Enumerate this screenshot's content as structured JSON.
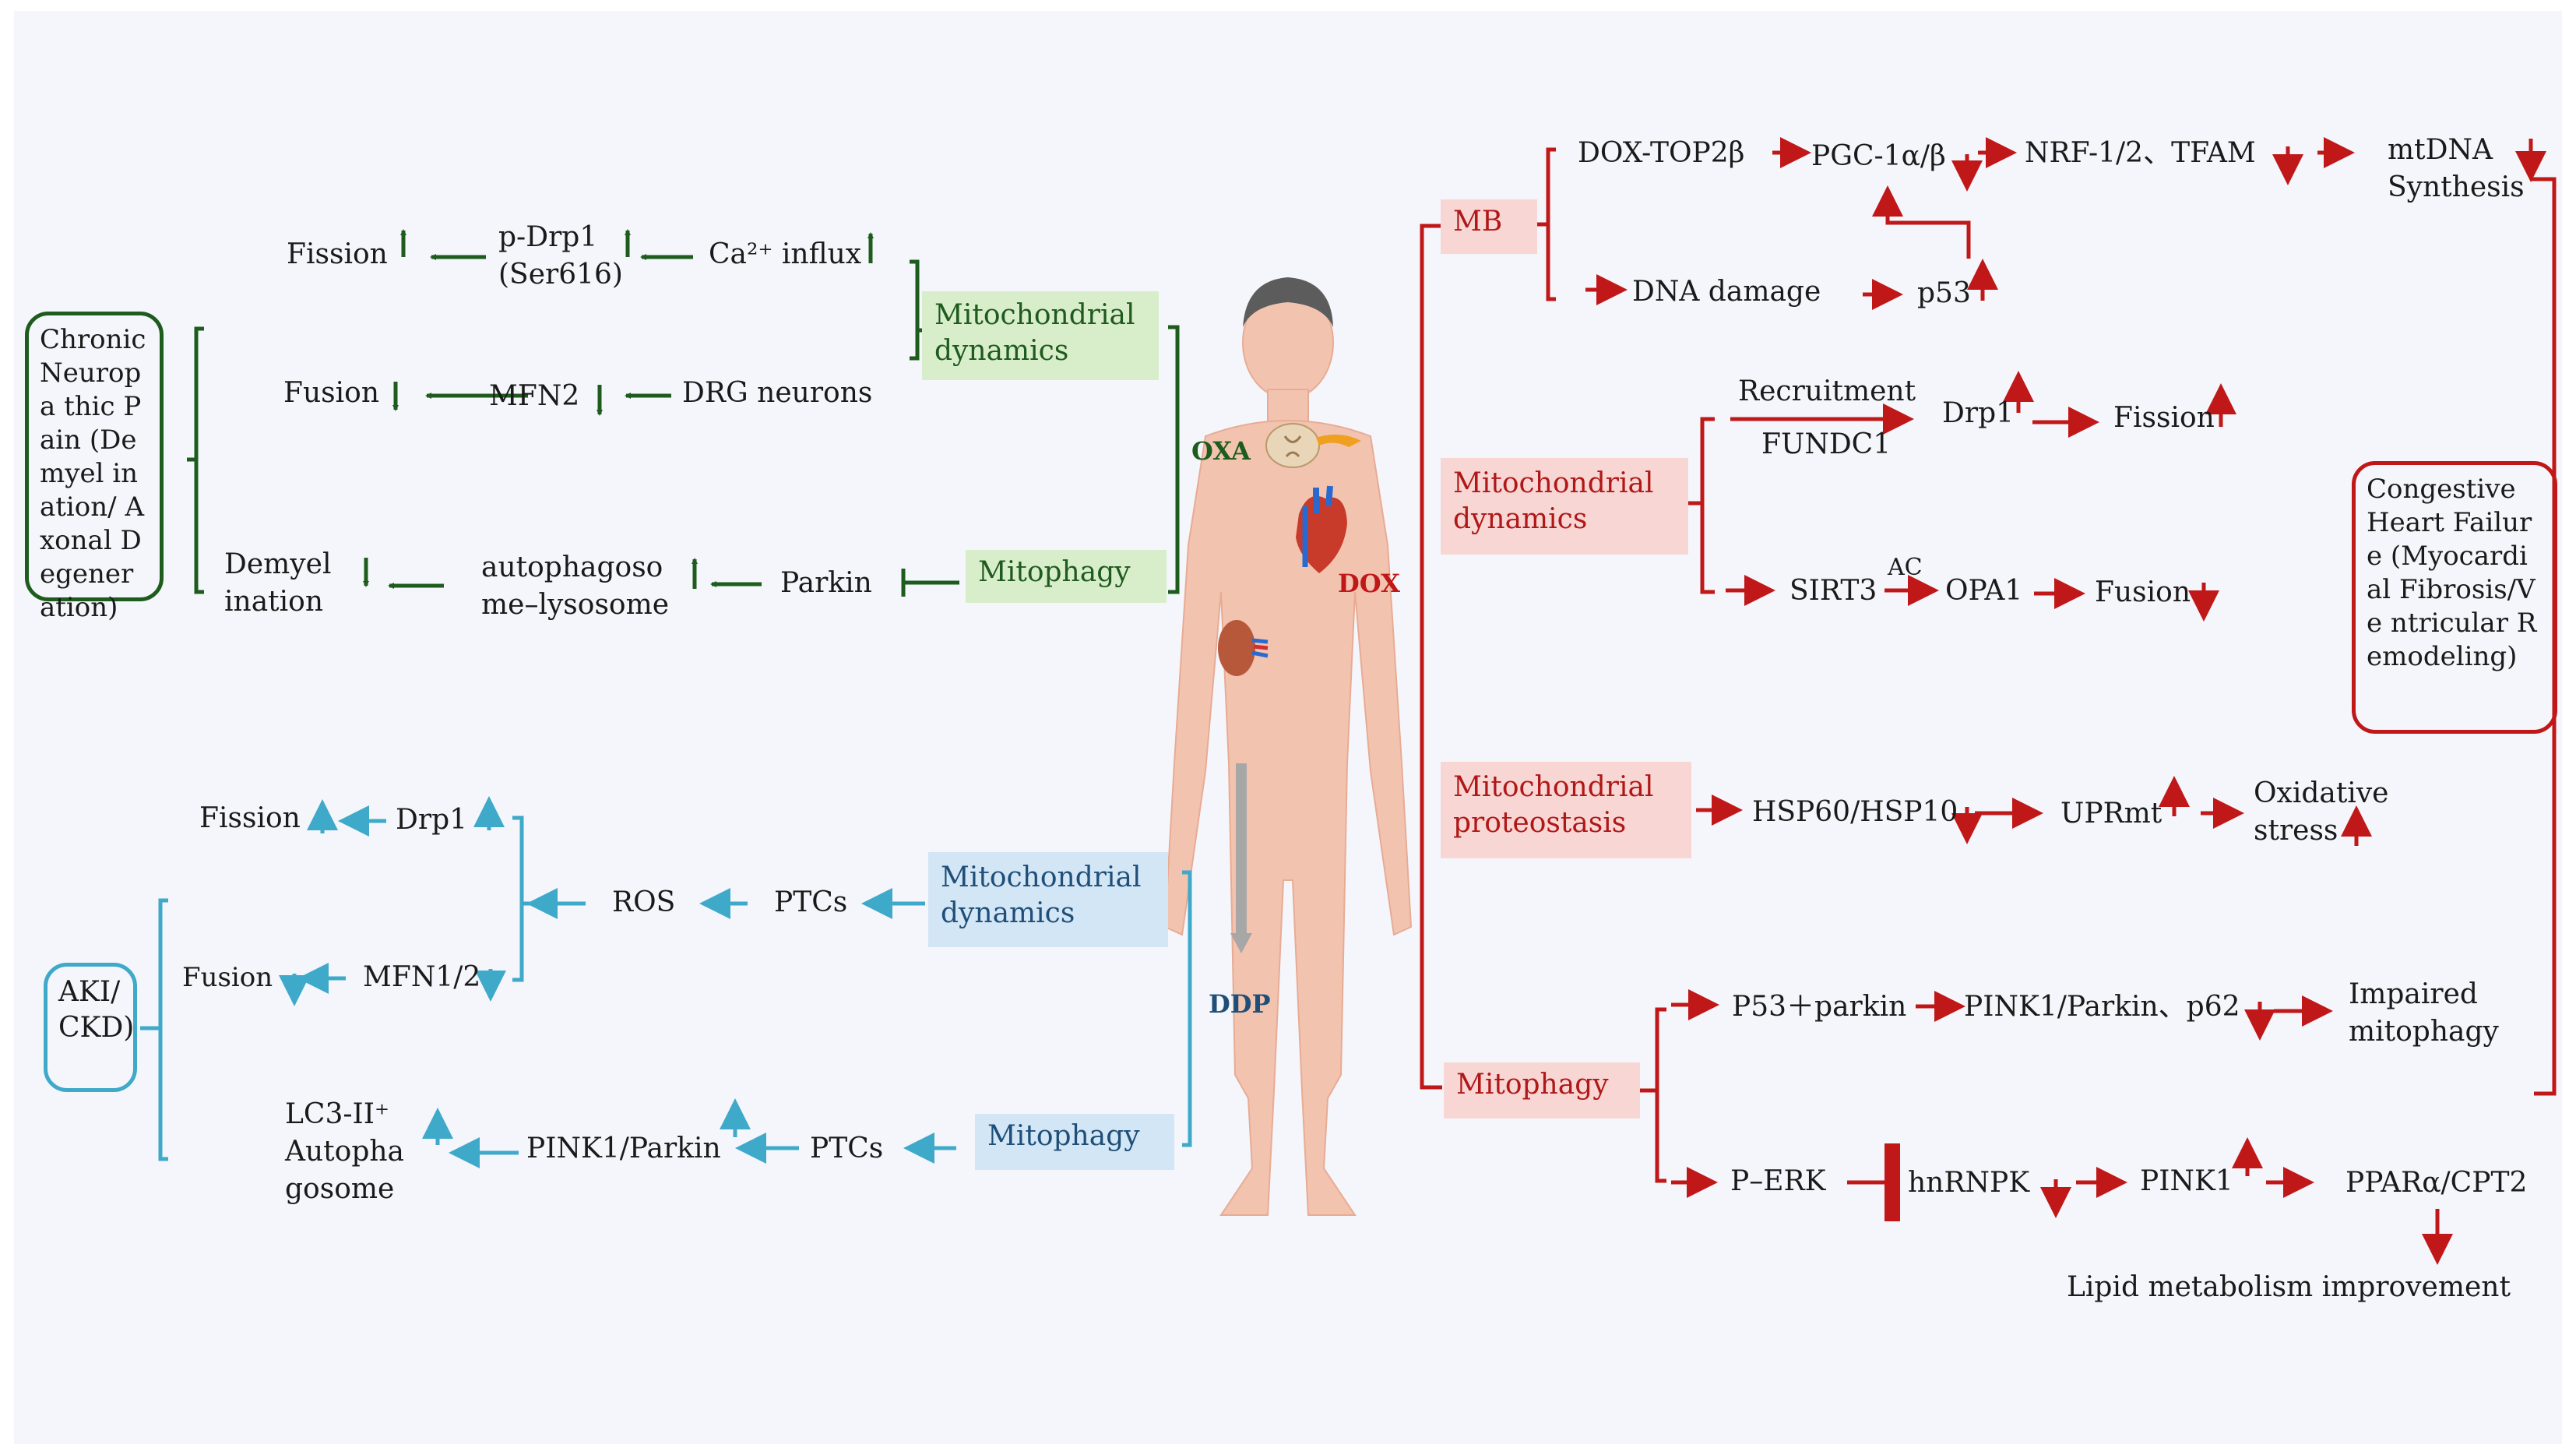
{
  "colors": {
    "green": "#1e5c1e",
    "blue": "#3fa9c9",
    "red": "#c01818",
    "skin": "#f2c4b0"
  },
  "hub": {
    "oxa": "OXA",
    "dox": "DOX",
    "ddp": "DDP"
  },
  "oxa": {
    "outcome": "Chronic Neuropa thic Pain (Demyel ination/ Axonal Degener ation)",
    "dyn_box": "Mitochondrial dynamics",
    "mito_box": "Mitophagy",
    "fission": "Fission",
    "pdrp1": "p-Drp1",
    "ser": "(Ser616)",
    "ca": "Ca²⁺ influx",
    "fusion": "Fusion",
    "mfn2": "MFN2",
    "drg": "DRG neurons",
    "demyel1": "Demyel",
    "demyel2": "ination",
    "auto1": "autophagoso",
    "auto2": "me–lysosome",
    "parkin": "Parkin"
  },
  "ddp": {
    "outcome1": "AKI/",
    "outcome2": "CKD)",
    "dyn_box1": "Mitochondrial",
    "dyn_box2": "dynamics",
    "mito_box": "Mitophagy",
    "fission": "Fission",
    "drp1": "Drp1",
    "ros": "ROS",
    "ptcs": "PTCs",
    "fusion": "Fusion",
    "mfn": "MFN1/2",
    "lc3": "LC3-II⁺",
    "auto1": "Autopha",
    "auto2": "gosome",
    "pink": "PINK1/Parkin",
    "ptcs2": "PTCs"
  },
  "dox": {
    "mb": "MB",
    "dox_top": "DOX-TOP2β",
    "pgc": "PGC-1α/β",
    "nrf": "NRF-1/2、TFAM",
    "mtdna1": "mtDNA",
    "mtdna2": "Synthesis",
    "dna": "DNA  damage",
    "p53": "p53",
    "dyn1": "Mitochondrial",
    "dyn2": "dynamics",
    "recruit": "Recruitment",
    "fundc1": "FUNDC1",
    "drp1": "Drp1",
    "fission": "Fission",
    "sirt3": "SIRT3",
    "ac": "AC",
    "opa1": "OPA1",
    "fusion": "Fusion",
    "prot1": "Mitochondrial",
    "prot2": "proteostasis",
    "hsp": "HSP60/HSP10",
    "uprmt": "UPRmt",
    "ox1": "Oxidative",
    "ox2": "stress",
    "mito": "Mitophagy",
    "p53parkin": "P53＋parkin",
    "pink": "PINK1/Parkin、p62",
    "imp1": "Impaired",
    "imp2": "mitophagy",
    "perk": "P–ERK",
    "hnrnpk": "hnRNPK",
    "pink1": "PINK1",
    "ppar": "PPARα/CPT2",
    "lipid": "Lipid metabolism improvement",
    "outcome": "Congestive Heart Failure (Myocardial Fibrosis/Ve ntricular Remodeling)"
  }
}
